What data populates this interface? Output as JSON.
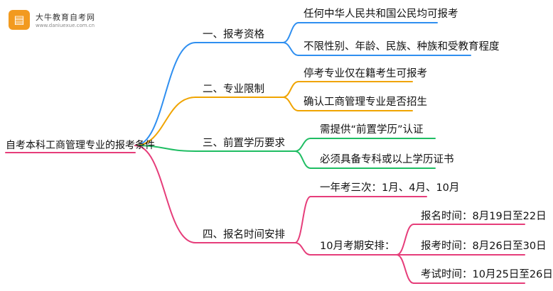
{
  "logo": {
    "icon": "book-icon",
    "name": "大牛教育自考网",
    "url": "www.daniuexue.com.cn"
  },
  "root": {
    "label": "自考本科工商管理专业的报考条件"
  },
  "branches": [
    {
      "label": "一、报考资格",
      "color": "#2f8ff0",
      "children": [
        {
          "label": "任何中华人民共和国公民均可报考"
        },
        {
          "label": "不限性别、年龄、民族、种族和受教育程度"
        }
      ]
    },
    {
      "label": "二、专业限制",
      "color": "#f0a400",
      "children": [
        {
          "label": "停考专业仅在籍考生可报考"
        },
        {
          "label": "确认工商管理专业是否招生"
        }
      ]
    },
    {
      "label": "三、前置学历要求",
      "color": "#1fbd63",
      "children": [
        {
          "label": "需提供“前置学历”认证"
        },
        {
          "label": "必须具备专科或以上学历证书"
        }
      ]
    },
    {
      "label": "四、报名时间安排",
      "color": "#e63d7a",
      "children": [
        {
          "label": "一年考三次：1月、4月、10月"
        },
        {
          "label": "10月考期安排：",
          "children": [
            {
              "label": "报名时间：8月19日至22日"
            },
            {
              "label": "报考时间：8月26日至30日"
            },
            {
              "label": "考试时间：10月25日至26日"
            }
          ]
        }
      ]
    }
  ]
}
